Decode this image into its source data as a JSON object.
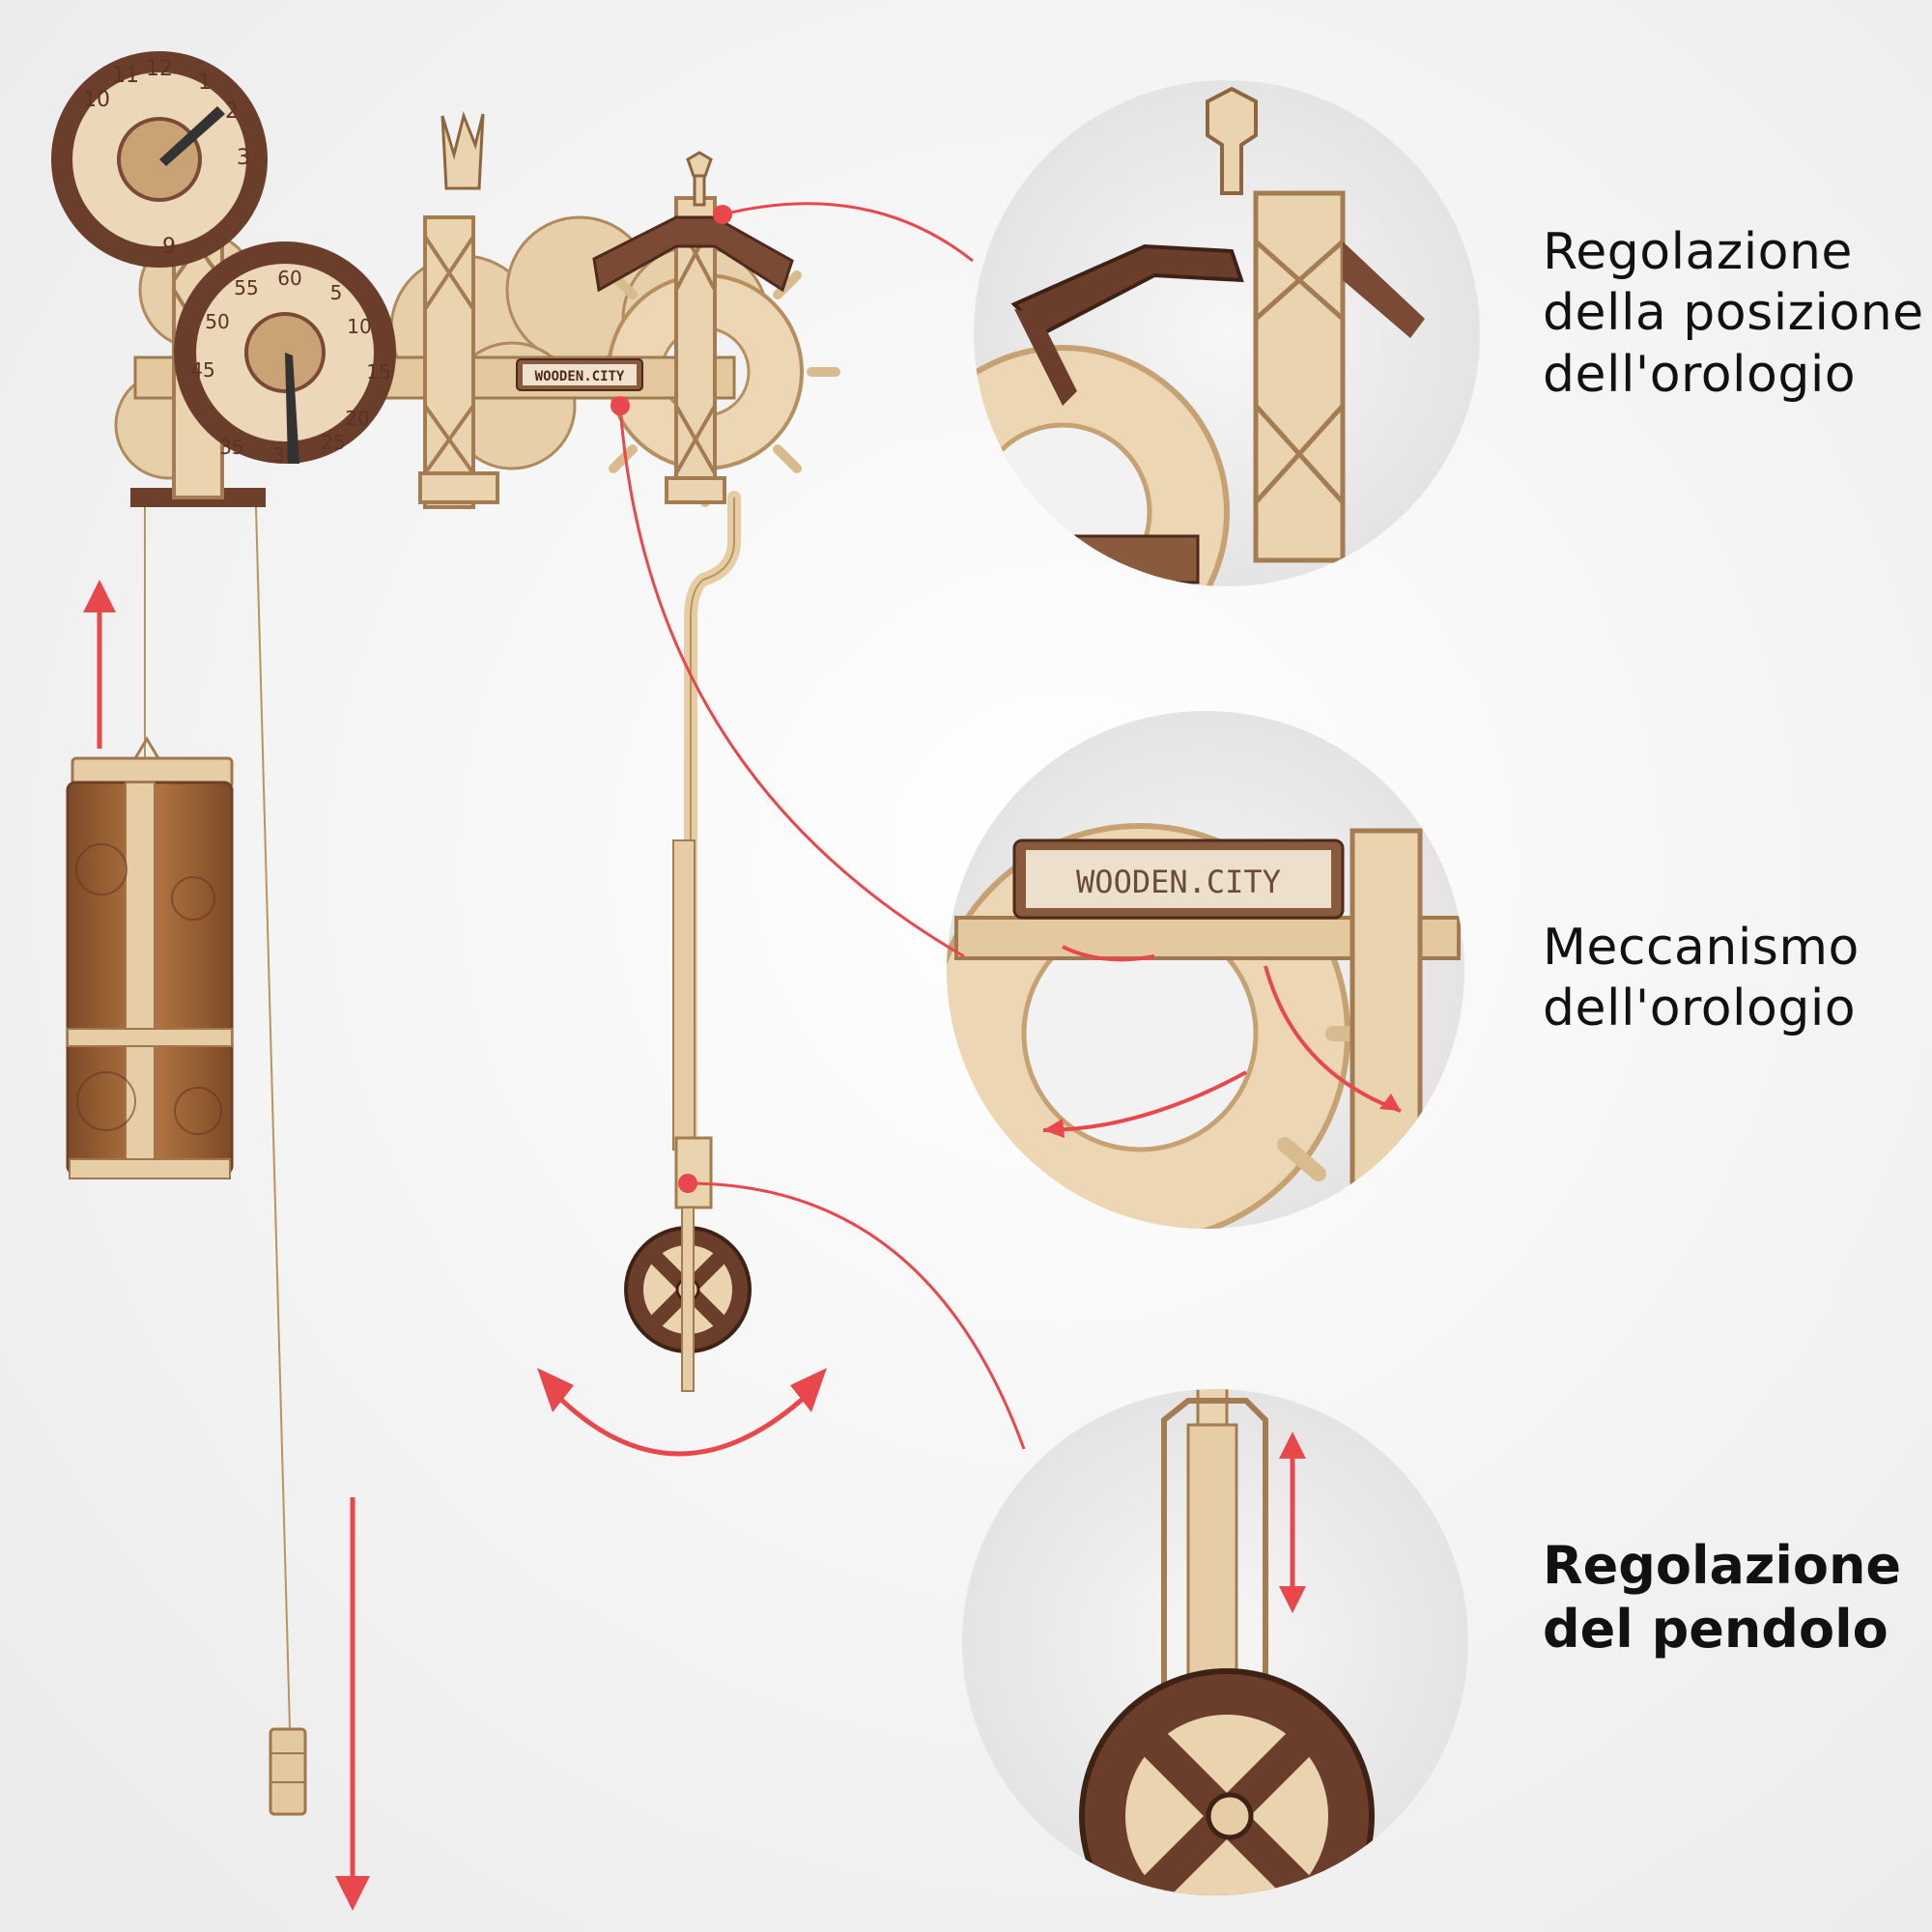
{
  "callouts": {
    "clock_position": {
      "line1": "Regolazione",
      "line2": "della posizione",
      "line3": "dell'orologio"
    },
    "clock_mechanism": {
      "line1": "Meccanismo",
      "line2": "dell'orologio"
    },
    "pendulum_adjustment": {
      "line1": "Regolazione",
      "line2": "del pendolo"
    }
  },
  "product": {
    "brand_plate": "WOODEN.CITY",
    "hours_dial": [
      "12",
      "1",
      "2",
      "3",
      "9",
      "10",
      "11"
    ],
    "minutes_dial": [
      "60",
      "5",
      "10",
      "15",
      "20",
      "25",
      "30",
      "35",
      "45",
      "50",
      "55"
    ]
  },
  "colors": {
    "background": "#f2f2f2",
    "wood_light": "#e9d3b1",
    "wood_dark": "#7a4a34",
    "weight_body": "#a86a3a",
    "accent_arrows": "#e8474c",
    "text": "#111111"
  },
  "icons": [
    "arrow-up-icon",
    "arrow-down-icon",
    "swing-arrow-icon",
    "vertical-double-arrow-icon"
  ]
}
